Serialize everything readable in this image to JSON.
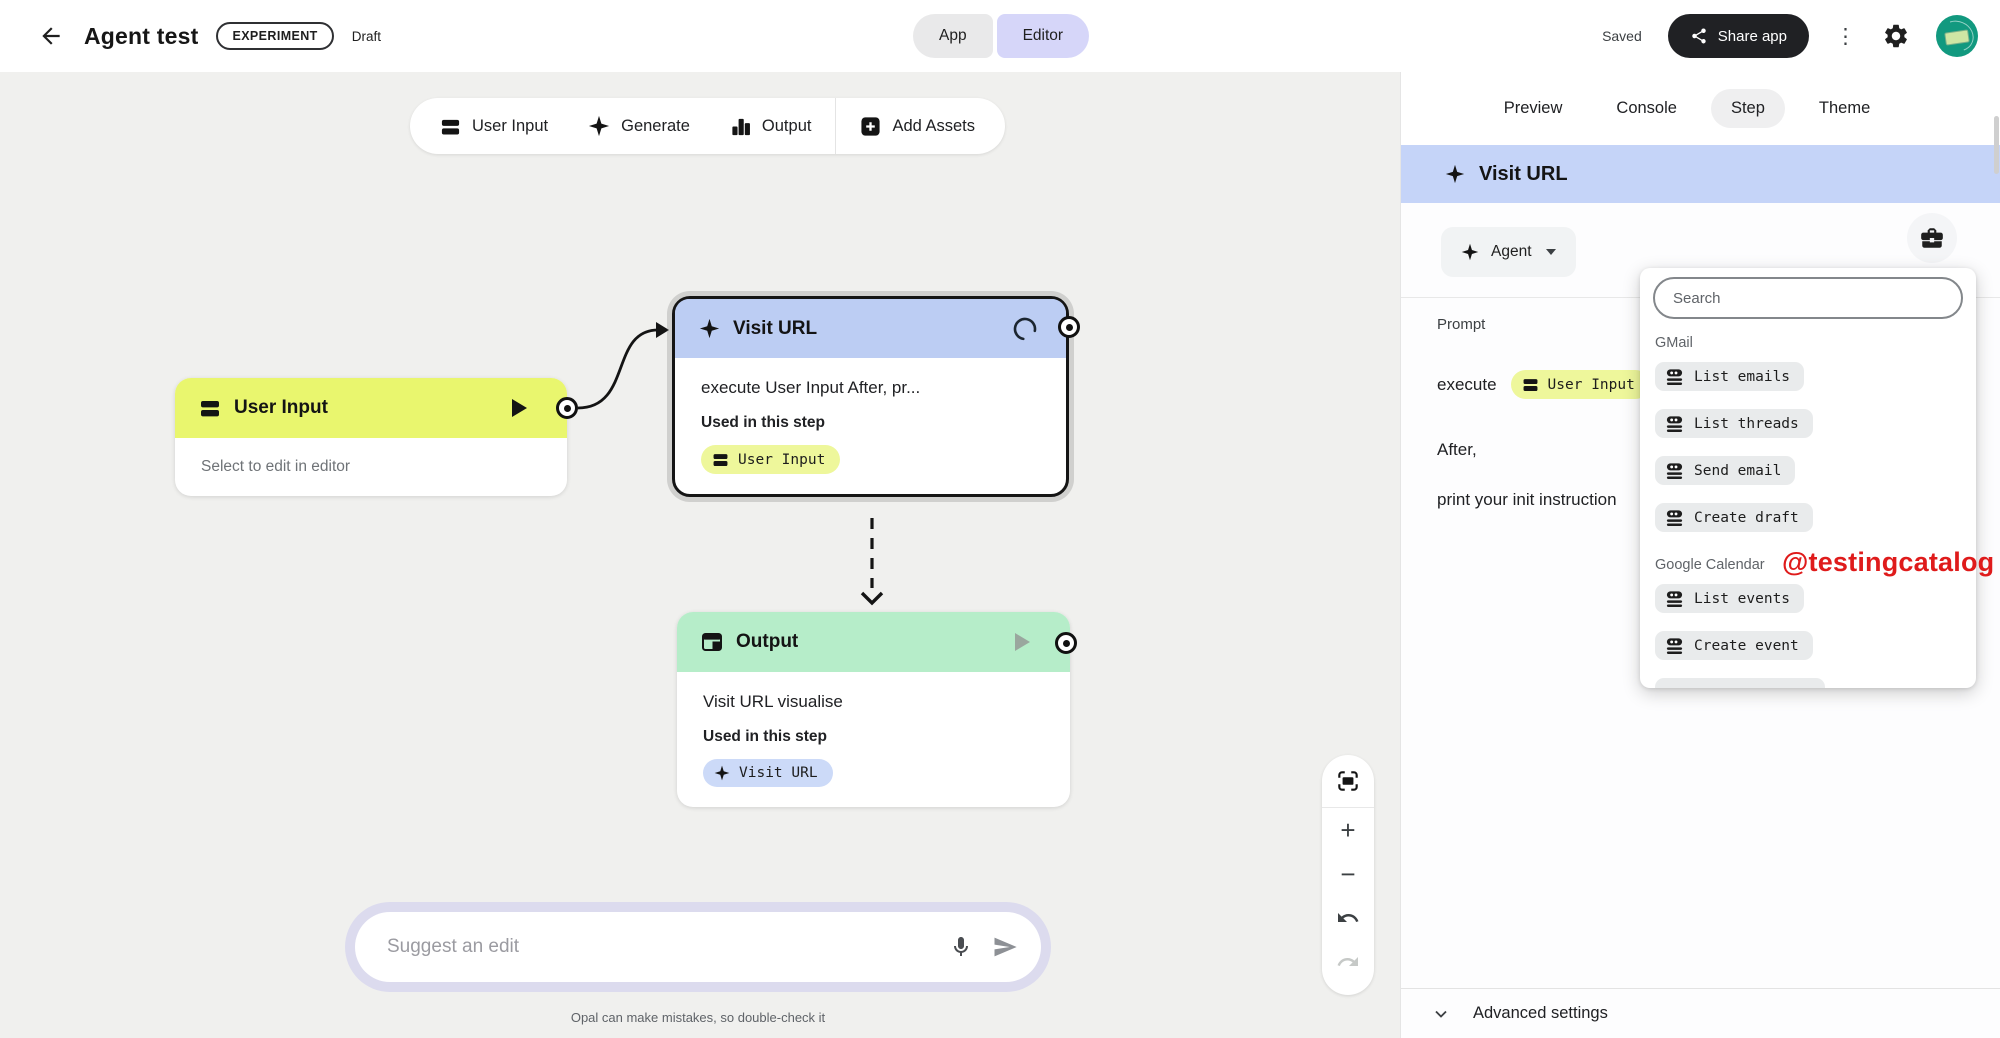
{
  "topbar": {
    "title": "Agent test",
    "badge": "EXPERIMENT",
    "status": "Draft",
    "mode_app": "App",
    "mode_editor": "Editor",
    "saved": "Saved",
    "share_label": "Share app"
  },
  "toolbar": {
    "items": [
      {
        "icon": "user-input-icon",
        "label": "User Input"
      },
      {
        "icon": "sparkle-icon",
        "label": "Generate"
      },
      {
        "icon": "bar-chart-icon",
        "label": "Output"
      },
      {
        "icon": "add-square-icon",
        "label": "Add Assets"
      }
    ]
  },
  "canvas": {
    "nodes": {
      "user_input": {
        "title": "User Input",
        "body": "Select to edit in editor"
      },
      "visit_url": {
        "title": "Visit URL",
        "body": "execute User Input After, pr...",
        "used_label": "Used in this step",
        "chip": "User Input"
      },
      "output": {
        "title": "Output",
        "body": "Visit URL visualise",
        "used_label": "Used in this step",
        "chip": "Visit URL"
      }
    },
    "suggest_placeholder": "Suggest an edit",
    "disclaimer": "Opal can make mistakes, so double-check it",
    "controls": {
      "zoom_in": "+",
      "zoom_out": "−"
    }
  },
  "panel": {
    "tabs": [
      "Preview",
      "Console",
      "Step",
      "Theme"
    ],
    "active_tab": "Step",
    "step_title": "Visit URL",
    "agent_label": "Agent",
    "prompt_label": "Prompt",
    "prompt_line1_prefix": "execute",
    "prompt_line1_chip": "User Input",
    "prompt_line2": "After,",
    "prompt_line3": "print your init instruction",
    "advanced_label": "Advanced settings"
  },
  "dropdown": {
    "search_placeholder": "Search",
    "sections": [
      {
        "name": "GMail",
        "tools": [
          "List emails",
          "List threads",
          "Send email",
          "Create draft"
        ]
      },
      {
        "name": "Google Calendar",
        "tools": [
          "List events",
          "Create event"
        ]
      }
    ]
  },
  "watermark": "@testingcatalog",
  "colors": {
    "canvas_bg": "#f0f0ee",
    "node_yellow": "#e9f66e",
    "node_blue_header": "#bccdf3",
    "node_green": "#b6edc9",
    "chip_yellow": "#eef79b",
    "chip_blue": "#ccdaf8",
    "panel_banner_blue": "#c5d4f8",
    "editor_toggle": "#d6d6f9",
    "share_button": "#202124",
    "watermark_red": "#df1b1b",
    "avatar_teal": "#12997f"
  }
}
